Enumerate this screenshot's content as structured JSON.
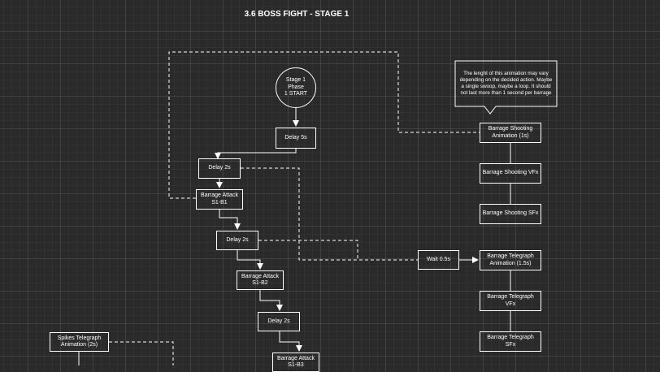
{
  "title": "3.6 BOSS FIGHT - STAGE 1",
  "colors": {
    "background": "#2a2a2a",
    "stroke": "#ffffff",
    "text": "#ffffff"
  },
  "nodes": {
    "start": "Stage 1 Phase\n1 START",
    "delay_5s": "Delay 5s",
    "delay_2s_1": "Delay 2s",
    "barrage_attack_b1": "Barrage Attack\nS1-B1",
    "delay_2s_2": "Delay 2s",
    "barrage_attack_b2": "Barrage Attack\nS1-B2",
    "delay_2s_3": "Delay 2s",
    "barrage_attack_b3": "Barrage Attack\nS1-B3",
    "spikes_telegraph_animation": "Spikes Telegraph\nAnimation (2s)",
    "wait_05s": "Wait 0.5s",
    "barrage_shooting_animation": "Barrage Shooting\nAnimation (1s)",
    "barrage_shooting_vfx": "Barrage Shooting VFx",
    "barrage_shooting_sfx": "Barrage Shooting SFx",
    "barrage_telegraph_animation": "Barrage Telegraph\nAnimation (1.5s)",
    "barrage_telegraph_vfx": "Barrage Telegraph VFx",
    "barrage_telegraph_sfx": "Barrage Telegraph SFx"
  },
  "note": "The lenght of this animation may vary depending on the decided action. Maybe a single swoop, maybe a loop. It should not last more than 1 second per barrage"
}
